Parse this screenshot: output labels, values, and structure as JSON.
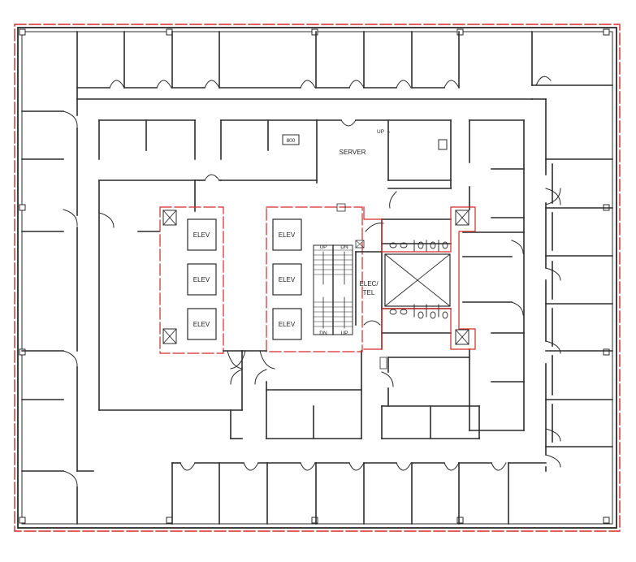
{
  "labels": {
    "elevator": "ELEV",
    "server": "SERVER",
    "room_number": "800",
    "elec_tel_line1": "ELEC/",
    "elec_tel_line2": "TEL",
    "up": "UP",
    "down": "DN",
    "up_arrow": "UP →"
  },
  "colors": {
    "wall": "#2b2b2b",
    "outline_red": "#d32a2a",
    "background": "#ffffff"
  }
}
